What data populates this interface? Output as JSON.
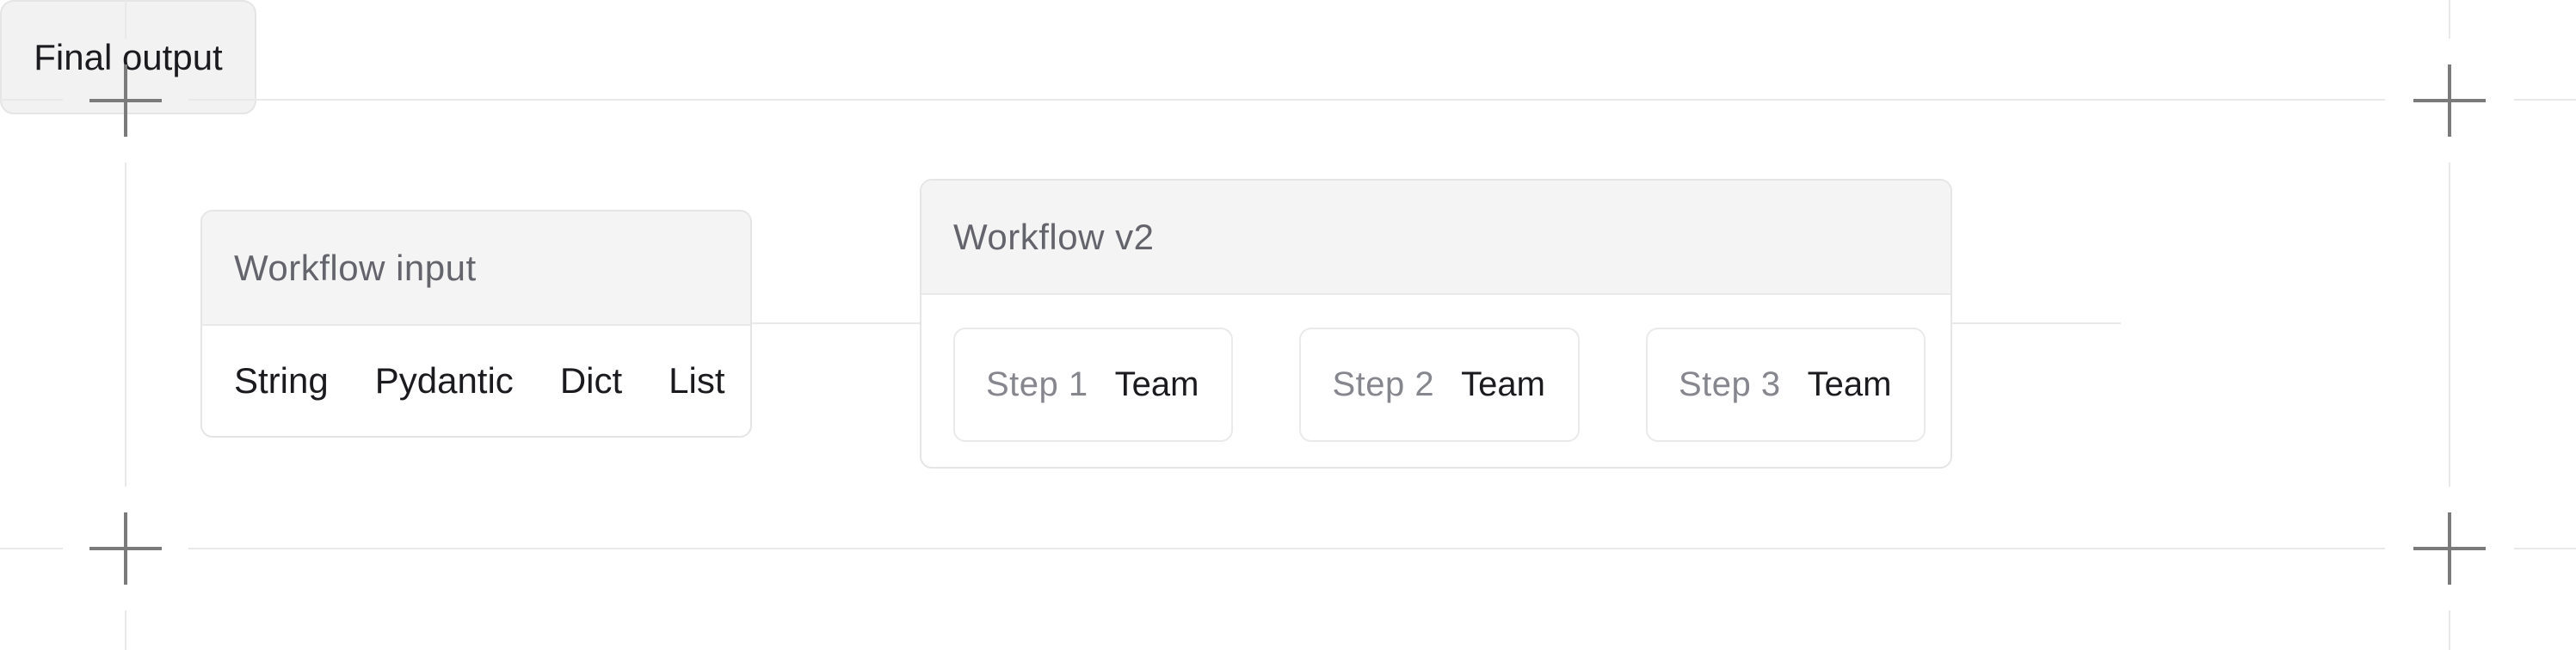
{
  "diagram": {
    "input_node": {
      "title": "Workflow input",
      "items": [
        "String",
        "Pydantic",
        "Dict",
        "List"
      ]
    },
    "workflow_node": {
      "title": "Workflow v2",
      "steps": [
        {
          "label": "Step 1",
          "name": "Team"
        },
        {
          "label": "Step 2",
          "name": "Team"
        },
        {
          "label": "Step 3",
          "name": "Team"
        }
      ]
    },
    "output_node": {
      "title": "Final output"
    }
  },
  "colors": {
    "node_header_bg": "#f4f4f5",
    "node_border": "#e5e5e6",
    "chip_border": "#eaeaec",
    "title_text": "#64646c",
    "body_text": "#1b1b1f",
    "muted_text": "#86868e",
    "guide_line": "#e9e9e9",
    "crosshair": "#7b7b7b",
    "output_bg": "#f2f2f3"
  }
}
